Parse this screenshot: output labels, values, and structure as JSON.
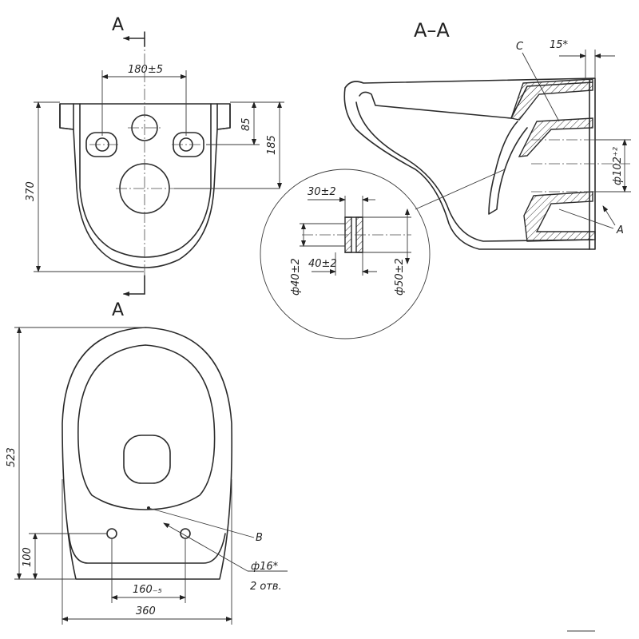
{
  "section_mark_top": "A",
  "section_mark_bottom": "A",
  "section_title": "A–A",
  "detail_label": "C",
  "arrow_label": "A",
  "point_label": "B",
  "dims": {
    "d180": "180±5",
    "d85": "85",
    "d185": "185",
    "d370": "370",
    "d15": "15*",
    "d102": "ф102⁺²",
    "d30": "30±2",
    "d40": "40±2",
    "d40dia": "ф40±2",
    "d50dia": "ф50±2",
    "d523": "523",
    "d100": "100",
    "d160": "160₋₅",
    "d360": "360",
    "d16": "ф16*",
    "holes": "2 отв."
  },
  "colors": {
    "line": "#2b2b2b",
    "paper": "#ffffff"
  }
}
